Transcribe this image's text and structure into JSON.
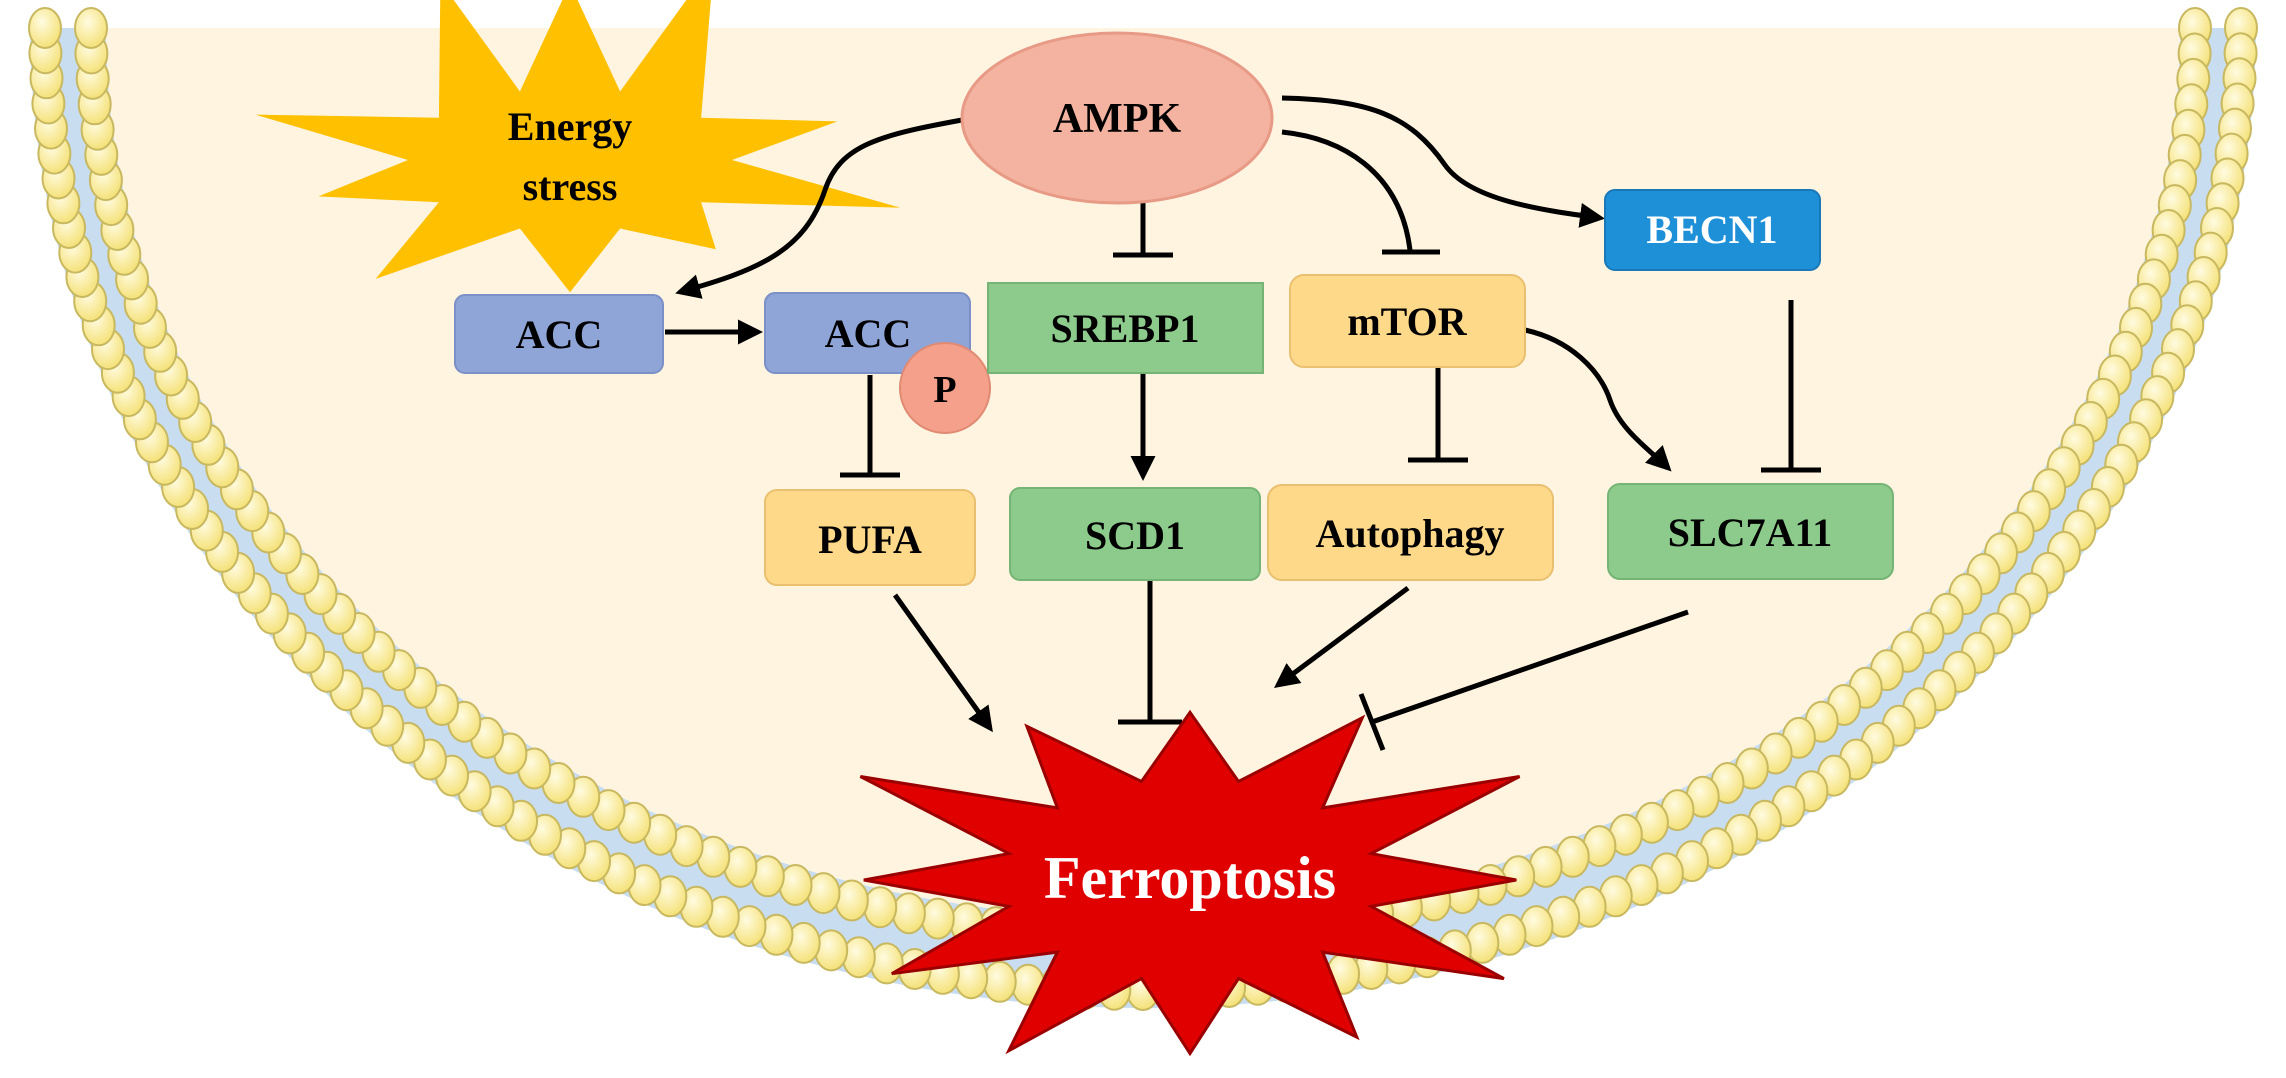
{
  "nodes": {
    "energy_stress": {
      "line1": "Energy",
      "line2": "stress",
      "color": "#FFC000"
    },
    "ampk": {
      "label": "AMPK",
      "color": "#F4B3A0"
    },
    "becn1": {
      "label": "BECN1",
      "color": "#1E90D8"
    },
    "acc": {
      "label": "ACC",
      "color": "#8FA5D8"
    },
    "acc_p": {
      "label": "ACC",
      "color": "#8FA5D8"
    },
    "phospho": {
      "label": "P",
      "color": "#F4A08A"
    },
    "srebp1": {
      "label": "SREBP1",
      "color": "#8CCB8C"
    },
    "mtor": {
      "label": "mTOR",
      "color": "#FFD98A"
    },
    "pufa": {
      "label": "PUFA",
      "color": "#FFD98A"
    },
    "scd1": {
      "label": "SCD1",
      "color": "#8CCB8C"
    },
    "autophagy": {
      "label": "Autophagy",
      "color": "#FFD98A"
    },
    "slc7a11": {
      "label": "SLC7A11",
      "color": "#8CCB8C"
    },
    "ferroptosis": {
      "label": "Ferroptosis",
      "color": "#E00000"
    }
  },
  "edges": [
    {
      "from": "ampk",
      "to": "acc",
      "type": "activation"
    },
    {
      "from": "ampk",
      "to": "srebp1",
      "type": "inhibition"
    },
    {
      "from": "ampk",
      "to": "mtor",
      "type": "inhibition"
    },
    {
      "from": "ampk",
      "to": "becn1",
      "type": "activation"
    },
    {
      "from": "acc",
      "to": "acc_p",
      "type": "activation"
    },
    {
      "from": "acc_p",
      "to": "pufa",
      "type": "inhibition"
    },
    {
      "from": "srebp1",
      "to": "scd1",
      "type": "activation"
    },
    {
      "from": "mtor",
      "to": "autophagy",
      "type": "inhibition"
    },
    {
      "from": "mtor",
      "to": "slc7a11",
      "type": "activation"
    },
    {
      "from": "becn1",
      "to": "slc7a11",
      "type": "inhibition"
    },
    {
      "from": "pufa",
      "to": "ferroptosis",
      "type": "activation"
    },
    {
      "from": "scd1",
      "to": "ferroptosis",
      "type": "inhibition"
    },
    {
      "from": "autophagy",
      "to": "ferroptosis",
      "type": "activation"
    },
    {
      "from": "slc7a11",
      "to": "ferroptosis",
      "type": "inhibition"
    }
  ],
  "colors": {
    "cytoplasm": "#FFF4E0",
    "membrane_band": "#C9DDF0",
    "lipid_head": "#FFF2A0",
    "lipid_head_edge": "#C8B860"
  }
}
